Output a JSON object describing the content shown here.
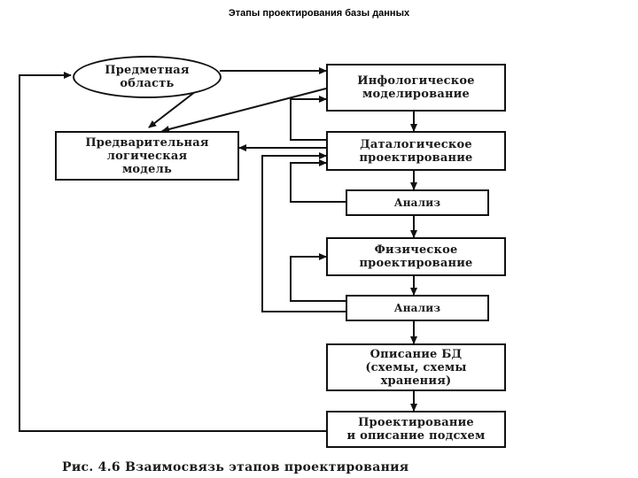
{
  "title": "Этапы проектирования базы данных",
  "nodes": {
    "subject_area": "Предметная\nобласть",
    "preliminary_model": "Предварительная\nлогическая\nмодель",
    "infological": "Инфологическое\nмоделирование",
    "datalogical": "Даталогическое\nпроектирование",
    "analysis_1": "Анализ",
    "physical": "Физическое\nпроектирование",
    "analysis_2": "Анализ",
    "db_description": "Описание БД\n(схемы, схемы\nхранения)",
    "subschemas": "Проектирование\nи описание подсхем"
  },
  "caption": "Рис. 4.6 Взаимосвязь этапов проектирования"
}
